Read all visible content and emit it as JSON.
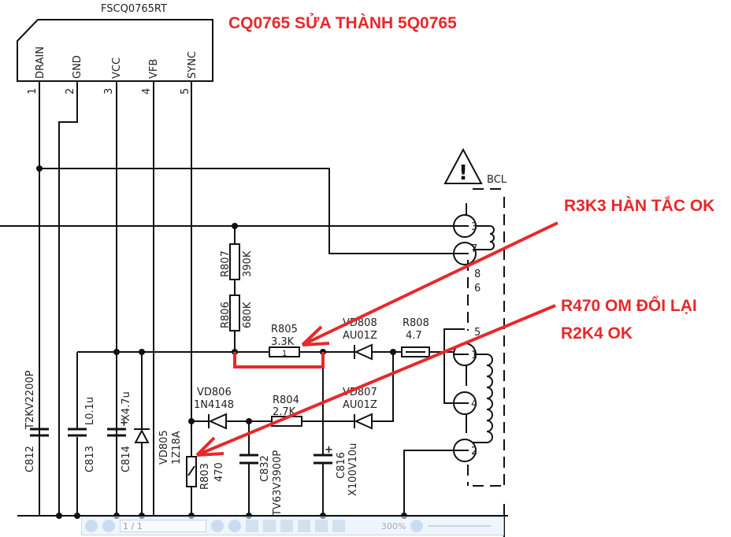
{
  "ic": {
    "name": "FSCQ0765RT",
    "pins": [
      {
        "num": "1",
        "label": "DRAIN"
      },
      {
        "num": "2",
        "label": "GND"
      },
      {
        "num": "3",
        "label": "VCC"
      },
      {
        "num": "4",
        "label": "VFB"
      },
      {
        "num": "5",
        "label": "SYNC"
      }
    ]
  },
  "components": {
    "r807": {
      "ref": "R807",
      "val": "390K"
    },
    "r806": {
      "ref": "R806",
      "val": "680K"
    },
    "r805": {
      "ref": "R805",
      "val": "3.3K",
      "pin": "1"
    },
    "vd808": {
      "ref": "VD808",
      "val": "AU01Z"
    },
    "r808": {
      "ref": "R808",
      "val": "4.7"
    },
    "vd806": {
      "ref": "VD806",
      "val": "1N4148"
    },
    "r804": {
      "ref": "R804",
      "val": "2.7K"
    },
    "vd807": {
      "ref": "VD807",
      "val": "AU01Z"
    },
    "c812": {
      "ref": "C812",
      "val": "T2KV2200P"
    },
    "c813": {
      "ref": "C813",
      "val": "L0.1u"
    },
    "c814": {
      "ref": "C814",
      "val": "X4.7u"
    },
    "vd805": {
      "ref": "VD805",
      "val": "1Z18A"
    },
    "r803": {
      "ref": "R803",
      "val": "470"
    },
    "c832": {
      "ref": "C832",
      "val": "TV63V3900P"
    },
    "c816": {
      "ref": "C816",
      "val": "X100V10u"
    }
  },
  "transformer": {
    "name": "BCL",
    "pins": [
      "3",
      "7",
      "8",
      "6",
      "5",
      "1",
      "4",
      "2"
    ]
  },
  "annotations": {
    "title": "CQ0765 SỬA THÀNH 5Q0765",
    "note1": "R3K3 HÀN TẮC OK",
    "note2_line1": "R470 OM ĐỔI LẠI",
    "note2_line2": "R2K4 OK",
    "color": "#e8282b"
  },
  "toolbar": {
    "page": "1 / 1",
    "zoom": "300%"
  }
}
